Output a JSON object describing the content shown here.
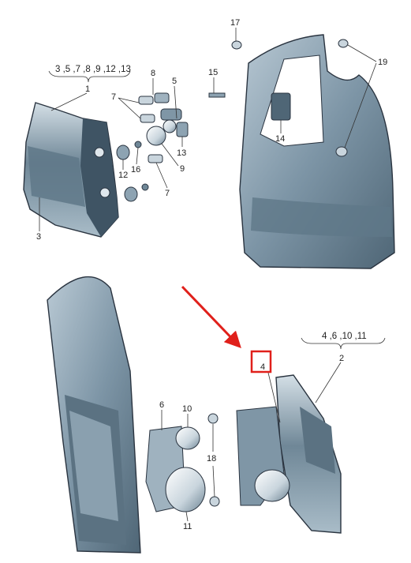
{
  "labels": {
    "group_top": "3 ,5 ,7 ,8 ,9 ,12 ,13",
    "group_bottom": "4 ,6 ,10 ,11",
    "p1": "1",
    "p2": "2",
    "p3": "3",
    "p4": "4",
    "p5": "5",
    "p6": "6",
    "p7a": "7",
    "p7b": "7",
    "p8": "8",
    "p9": "9",
    "p10": "10",
    "p11": "11",
    "p12": "12",
    "p13": "13",
    "p14": "14",
    "p15": "15",
    "p16": "16",
    "p17": "17",
    "p18": "18",
    "p19": "19"
  },
  "colors": {
    "lamp_body": "#7f96a6",
    "lamp_dark": "#4d6272",
    "lamp_light": "#c5d3dc",
    "highlight_red": "#e0201b"
  }
}
